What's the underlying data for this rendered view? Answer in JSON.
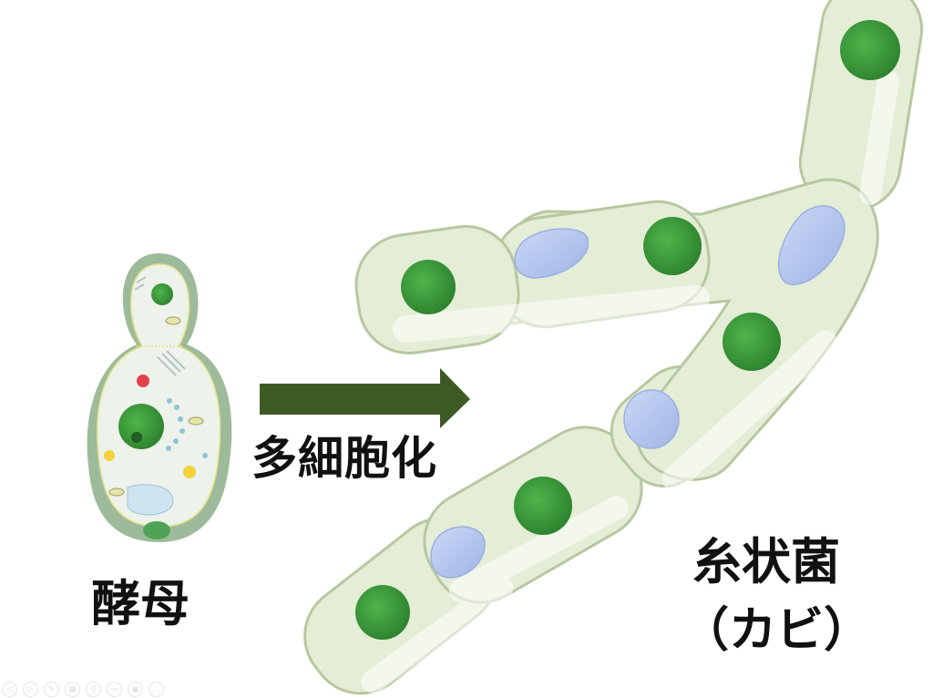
{
  "labels": {
    "yeast": "酵母",
    "multicellularization": "多細胞化",
    "mold_line1": "糸状菌",
    "mold_line2": "（カビ）"
  },
  "colors": {
    "arrow": "#3d5a25",
    "cell_fill": "#e4edd6",
    "cell_stroke": "#b7c8a0",
    "nucleus": "#3c9a3a",
    "vacuole": "#b8c9ef",
    "yeast_wall": "#9dbb9a"
  },
  "slide_controls": [
    {
      "icon": "prev-icon"
    },
    {
      "icon": "next-icon"
    },
    {
      "icon": "pen-icon"
    },
    {
      "icon": "slides-icon"
    },
    {
      "icon": "zoom-icon"
    },
    {
      "icon": "subtitle-icon"
    },
    {
      "icon": "camera-icon"
    },
    {
      "icon": "more-icon"
    }
  ]
}
